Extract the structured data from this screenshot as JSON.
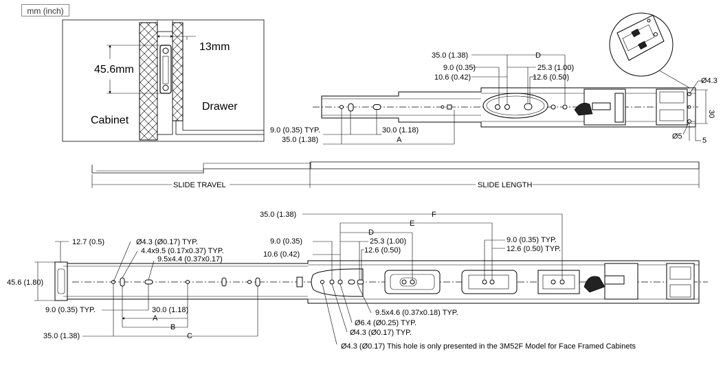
{
  "units_label": "mm (inch)",
  "cross_section": {
    "gap_label": "13mm",
    "height_label": "45.6mm",
    "cabinet_label": "Cabinet",
    "drawer_label": "Drawer"
  },
  "top_view": {
    "dims": {
      "d_35": "35.0 (1.38)",
      "d_9": "9.0 (0.35)",
      "d_106": "10.6 (0.42)",
      "D": "D",
      "d_253": "25.3 (1.00)",
      "d_126": "12.6 (0.50)",
      "d_9typ": "9.0 (0.35) TYP.",
      "d_35b": "35.0 (1.38)",
      "d_30": "30.0 (1.18)",
      "A": "A",
      "dia43": "Ø4.3",
      "h30": "30",
      "dia5": "Ø5",
      "five": "5"
    }
  },
  "travel": {
    "slide_travel": "SLIDE  TRAVEL",
    "slide_length": "SLIDE LENGTH"
  },
  "bottom_view": {
    "dims": {
      "d_127": "12.7 (0.5)",
      "dia43typ": "Ø4.3 (Ø0.17) TYP.",
      "slot44": "4.4x9.5 (0.17x0.37) TYP.",
      "slot95": "9.5x4.4 (0.37x0.17)",
      "h456": "45.6 (1.80)",
      "d_9typ": "9.0 (0.35) TYP.",
      "d_30": "30.0 (1.18)",
      "A": "A",
      "B": "B",
      "C": "C",
      "d_35": "35.0 (1.38)",
      "top35": "35.0 (1.38)",
      "F": "F",
      "E": "E",
      "D": "D",
      "d_9": "9.0 (0.35)",
      "d_253": "25.3 (1.00)",
      "d_106": "10.6 (0.42)",
      "d_126": "12.6 (0.50)",
      "r_9typ": "9.0 (0.35) TYP.",
      "r_126typ": "12.6 (0.50) TYP.",
      "slot95b": "9.5x4.6 (0.37x0.18) TYP.",
      "dia64": "Ø6.4 (Ø0.25) TYP.",
      "dia43b": "Ø4.3 (Ø0.17) TYP.",
      "note": "Ø4.3 (Ø0.17) This hole is only presented in the 3M52F Model for Face Framed Cabinets"
    }
  }
}
